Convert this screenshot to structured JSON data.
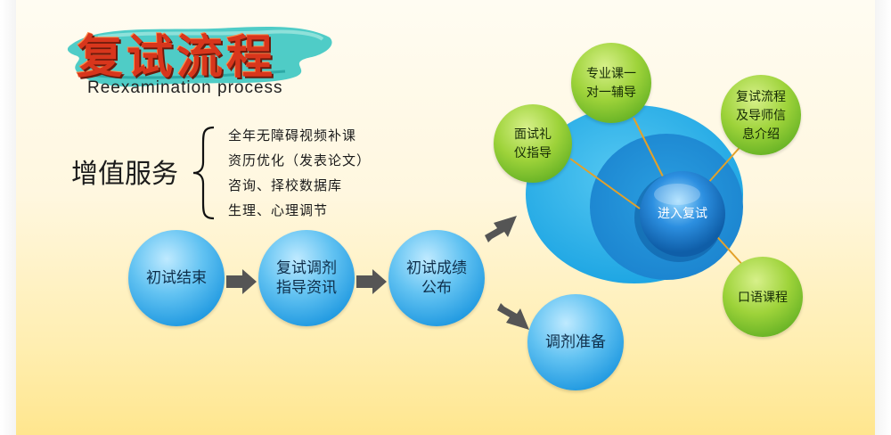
{
  "title": {
    "cn": "复试流程",
    "en": "Reexamination process"
  },
  "value_added": {
    "label": "增值服务",
    "items": [
      "全年无障碍视频补课",
      "资历优化（发表论文）",
      "咨询、择校数据库",
      "生理、心理调节"
    ]
  },
  "flow": {
    "step1": "初试结束",
    "step2_line1": "复试调剂",
    "step2_line2": "指导资讯",
    "step3_line1": "初试成绩",
    "step3_line2": "公布",
    "adjust": "调剂准备",
    "center": "进入复试"
  },
  "satellites": {
    "interview_line1": "面试礼",
    "interview_line2": "仪指导",
    "major_line1": "专业课一",
    "major_line2": "对一辅导",
    "process_line1": "复试流程",
    "process_line2": "及导师信",
    "process_line3": "息介绍",
    "oral": "口语课程"
  },
  "colors": {
    "title_red": "#d8361c",
    "brush_teal": "#3cc7c2",
    "circle_blue": "#1e98e0",
    "ellipse_blue": "#25a9e6",
    "satellite_green": "#6cb82a",
    "connector_orange": "#e3a12a",
    "arrow_gray": "#555555"
  }
}
